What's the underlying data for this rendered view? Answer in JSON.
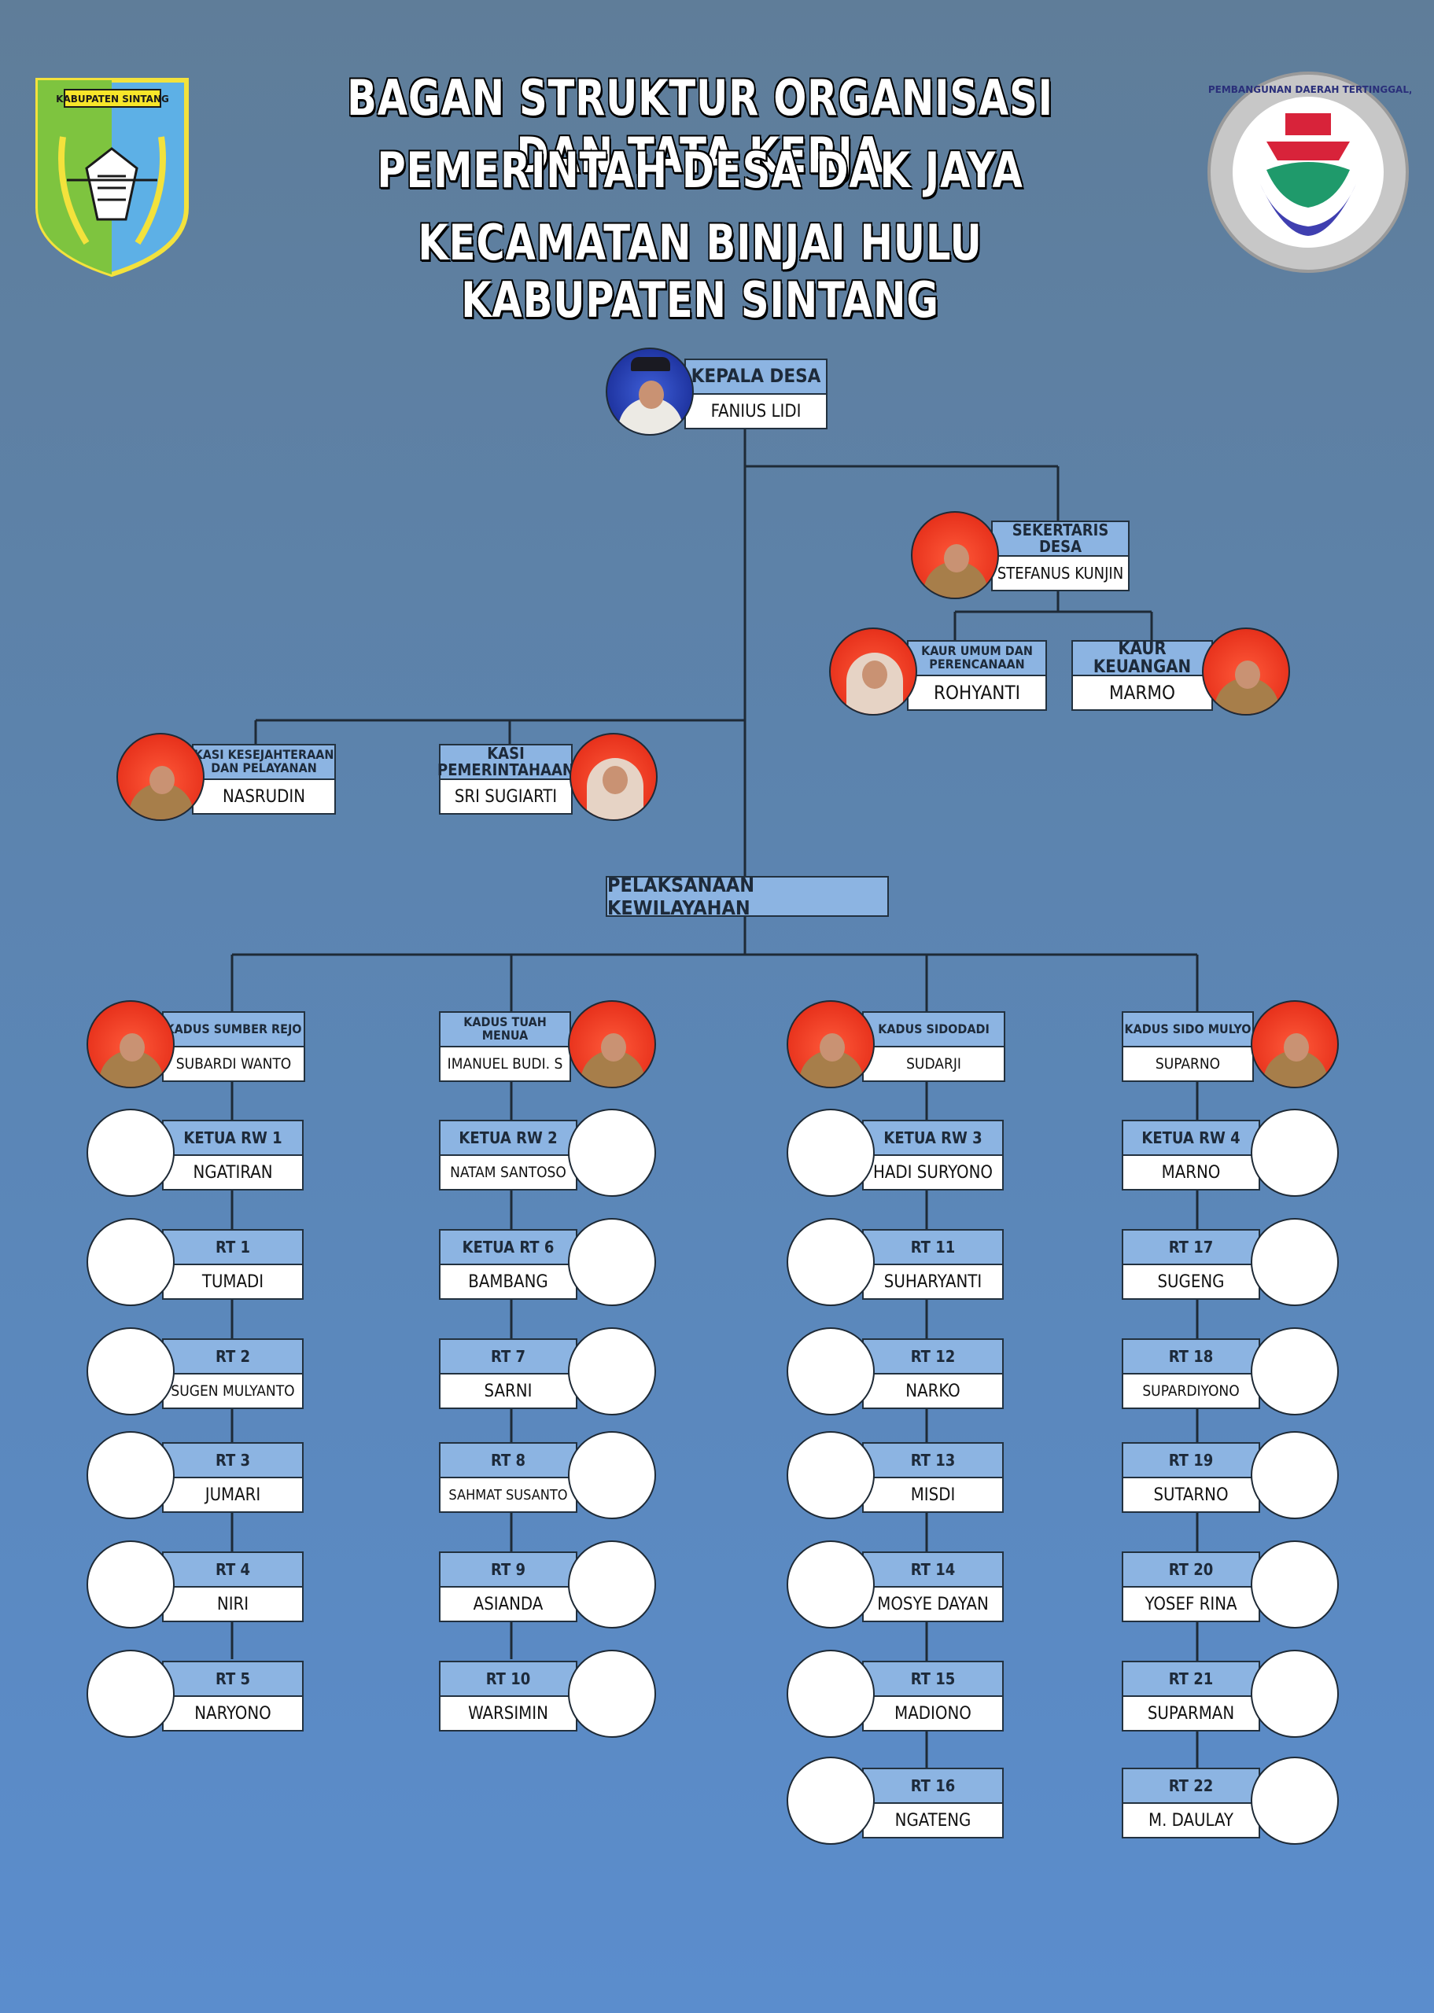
{
  "header": {
    "line1": "BAGAN STRUKTUR ORGANISASI DAN TATA KERJA",
    "line2": "PEMERINTAH DESA DAK JAYA",
    "line3": "KECAMATAN BINJAI HULU KABUPATEN SINTANG",
    "left_logo_text": "KABUPATEN SINTANG",
    "right_logo_text": "KEMENTERIAN DESA, PEMBANGUNAN DAERAH TERTINGGAL, DAN TRANSMIGRASI"
  },
  "kepala": {
    "label": "KEPALA DESA",
    "name": "FANIUS LIDI"
  },
  "sekretaris": {
    "label": "SEKERTARIS DESA",
    "name": "STEFANUS KUNJIN"
  },
  "kaur_umum": {
    "label": "KAUR UMUM DAN PERENCANAAN",
    "name": "ROHYANTI"
  },
  "kaur_keuangan": {
    "label": "KAUR KEUANGAN",
    "name": "MARMO"
  },
  "kasi_kesejahteraan": {
    "label": "KASI KESEJAHTERAAN DAN PELAYANAN",
    "name": "NASRUDIN"
  },
  "kasi_pemerintahan": {
    "label": "KASI PEMERINTAHAAN",
    "name": "SRI SUGIARTI"
  },
  "pelaksanaan": {
    "label": "PELAKSANAAN  KEWILAYAHAN"
  },
  "columns": [
    {
      "kadus": {
        "label": "KADUS SUMBER REJO",
        "name": "SUBARDI WANTO"
      },
      "items": [
        {
          "label": "KETUA RW 1",
          "name": "NGATIRAN"
        },
        {
          "label": "RT 1",
          "name": "TUMADI"
        },
        {
          "label": "RT 2",
          "name": "SUGEN MULYANTO"
        },
        {
          "label": "RT 3",
          "name": "JUMARI"
        },
        {
          "label": "RT 4",
          "name": "NIRI"
        },
        {
          "label": "RT 5",
          "name": "NARYONO"
        }
      ]
    },
    {
      "kadus": {
        "label": "KADUS TUAH MENUA",
        "name": "IMANUEL BUDI. S"
      },
      "items": [
        {
          "label": "KETUA RW 2",
          "name": "NATAM SANTOSO"
        },
        {
          "label": "KETUA RT 6",
          "name": "BAMBANG"
        },
        {
          "label": "RT 7",
          "name": "SARNI"
        },
        {
          "label": "RT 8",
          "name": "SAHMAT SUSANTO"
        },
        {
          "label": "RT 9",
          "name": "ASIANDA"
        },
        {
          "label": "RT 10",
          "name": "WARSIMIN"
        }
      ]
    },
    {
      "kadus": {
        "label": "KADUS SIDODADI",
        "name": "SUDARJI"
      },
      "items": [
        {
          "label": "KETUA RW 3",
          "name": "HADI SURYONO"
        },
        {
          "label": "RT 11",
          "name": "SUHARYANTI"
        },
        {
          "label": "RT 12",
          "name": "NARKO"
        },
        {
          "label": "RT 13",
          "name": "MISDI"
        },
        {
          "label": "RT 14",
          "name": "MOSYE DAYAN"
        },
        {
          "label": "RT 15",
          "name": "MADIONO"
        },
        {
          "label": "RT 16",
          "name": "NGATENG"
        }
      ]
    },
    {
      "kadus": {
        "label": "KADUS SIDO MULYO",
        "name": "SUPARNO"
      },
      "items": [
        {
          "label": "KETUA RW 4",
          "name": "MARNO"
        },
        {
          "label": "RT 17",
          "name": "SUGENG"
        },
        {
          "label": "RT 18",
          "name": "SUPARDIYONO"
        },
        {
          "label": "RT 19",
          "name": "SUTARNO"
        },
        {
          "label": "RT 20",
          "name": "YOSEF RINA"
        },
        {
          "label": "RT 21",
          "name": "SUPARMAN"
        },
        {
          "label": "RT 22",
          "name": "M. DAULAY"
        }
      ]
    }
  ]
}
